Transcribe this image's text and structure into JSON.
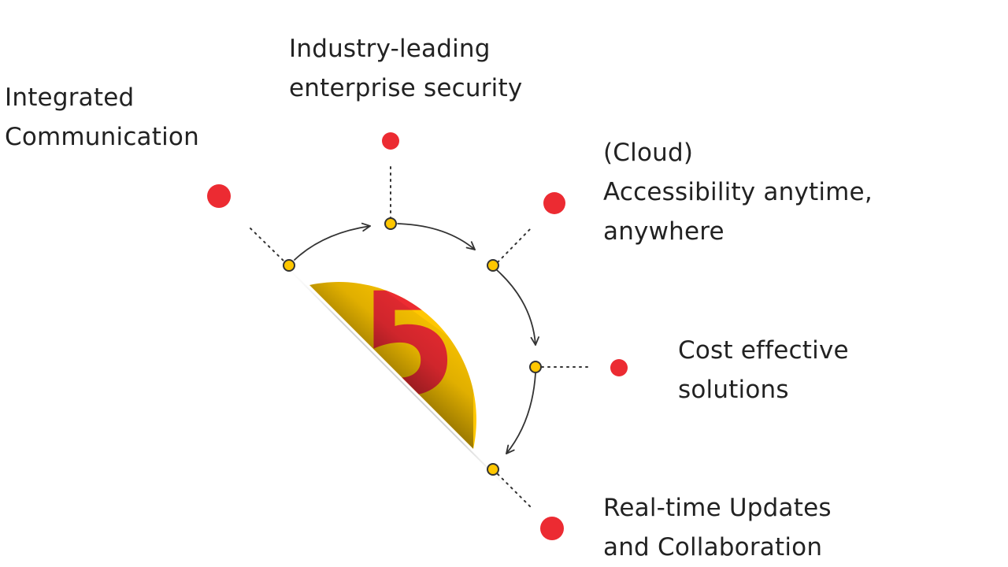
{
  "center": {
    "number": "5"
  },
  "benefits": [
    {
      "lines": [
        "Integrated",
        "Communication"
      ]
    },
    {
      "lines": [
        "Industry-leading",
        "enterprise security"
      ]
    },
    {
      "lines": [
        "(Cloud)",
        "Accessibility anytime,",
        "anywhere"
      ]
    },
    {
      "lines": [
        "Cost effective",
        "solutions"
      ]
    },
    {
      "lines": [
        "Real-time Updates",
        "and Collaboration"
      ]
    }
  ],
  "colors": {
    "accent_yellow": "#FFC700",
    "accent_red": "#EC2B32",
    "text": "#222222",
    "connector": "#333333"
  }
}
